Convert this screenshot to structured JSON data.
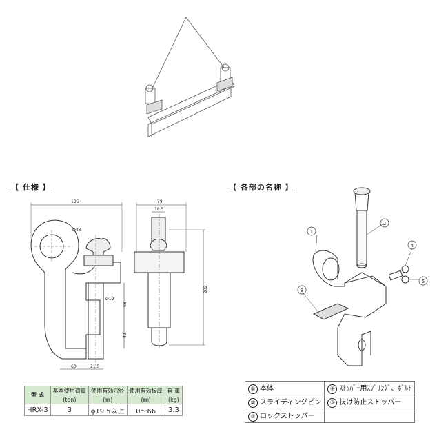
{
  "sections": {
    "spec_header": "【 仕様 】",
    "parts_header": "【 各部の名称 】"
  },
  "dimensions": {
    "width_total": "135",
    "side_width": "79",
    "pin_offset": "18.5",
    "eye_diameter": "Ø43",
    "pin_diameter": "Ø19",
    "height_total": "202",
    "inner_height": "68",
    "lower_height": "42",
    "bottom_left": "60",
    "bottom_right": "21.5"
  },
  "spec_table": {
    "headers": [
      "型 式",
      "基本使用荷重",
      "使用有効穴径",
      "使用有効板厚",
      "自 重"
    ],
    "units": [
      "(ton)",
      "(㎜)",
      "(㎜)",
      "(kg)"
    ],
    "row": [
      "HRX-3",
      "3",
      "φ19.5以上",
      "0〜66",
      "3.3"
    ]
  },
  "parts": [
    {
      "num": "①",
      "name": "本体"
    },
    {
      "num": "④",
      "name": "ｽﾄｯﾊﾟｰ用ｽﾌﾟﾘﾝｸﾞ、ﾎﾞﾙﾄ"
    },
    {
      "num": "②",
      "name": "スライディングピン"
    },
    {
      "num": "⑤",
      "name": "抜け防止ストッパー"
    },
    {
      "num": "③",
      "name": "ロックストッパー"
    }
  ],
  "callouts": [
    "1",
    "2",
    "3",
    "4",
    "5"
  ]
}
